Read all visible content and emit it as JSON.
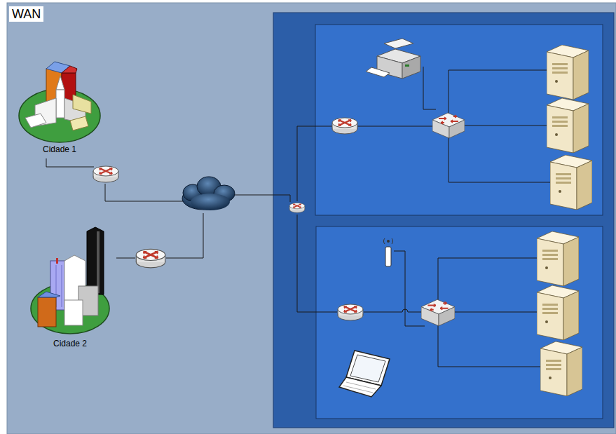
{
  "diagram": {
    "nodes": [
      {
        "text": [
          "WAN"
        ]
      },
      {
        "text": [
          "Cidade 1"
        ],
        "in": 0
      },
      {
        "text": [
          "Cidade 2"
        ],
        "in": 0
      }
    ]
  }
}
